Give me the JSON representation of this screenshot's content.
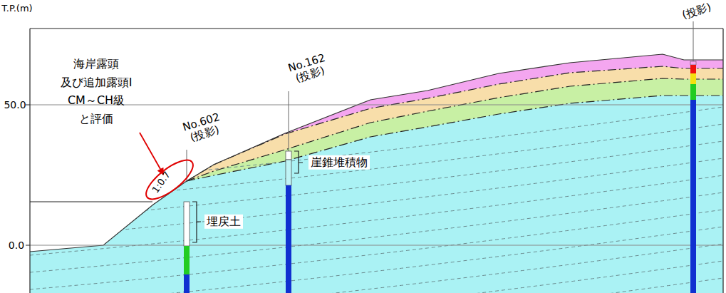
{
  "diagram": {
    "labels": [
      "T.P.(m)",
      "50.0",
      "0.0",
      "海岸露頭 及び追加露頭Ⅰ CM～CH級 と評価",
      "1:0.7",
      "No.602 (投影)",
      "No.162 (投影)",
      "(投影)",
      "崖錐堆積物",
      "埋戻土"
    ]
  }
}
